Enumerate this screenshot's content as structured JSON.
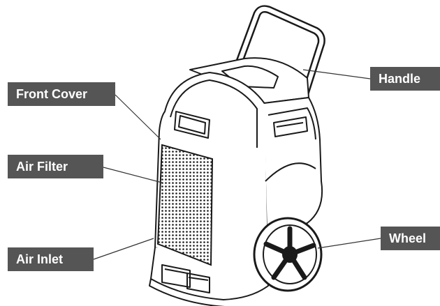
{
  "callouts": {
    "front_cover": "Front Cover",
    "air_filter": "Air Filter",
    "air_inlet": "Air Inlet",
    "handle": "Handle",
    "wheel": "Wheel"
  },
  "colors": {
    "label_background": "#555555",
    "label_text": "#ffffff",
    "line_art": "#1a1a1a",
    "leader_line": "#333333"
  }
}
